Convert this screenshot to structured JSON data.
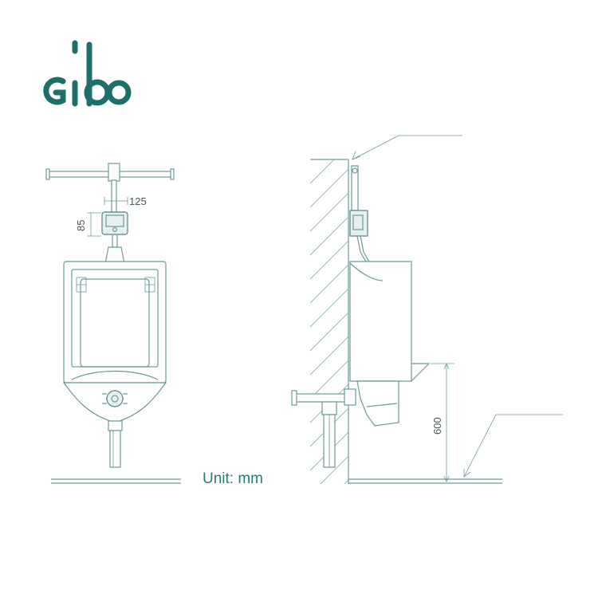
{
  "brand": {
    "logo_text": "gibo",
    "color": "#1e6e6a"
  },
  "dimensions": {
    "pipe_spacing": "125",
    "sensor_height": "85",
    "mount_height": "600"
  },
  "unit_label": "Unit: mm",
  "colors": {
    "line": "#6a9a96",
    "text": "#2a7a74"
  }
}
